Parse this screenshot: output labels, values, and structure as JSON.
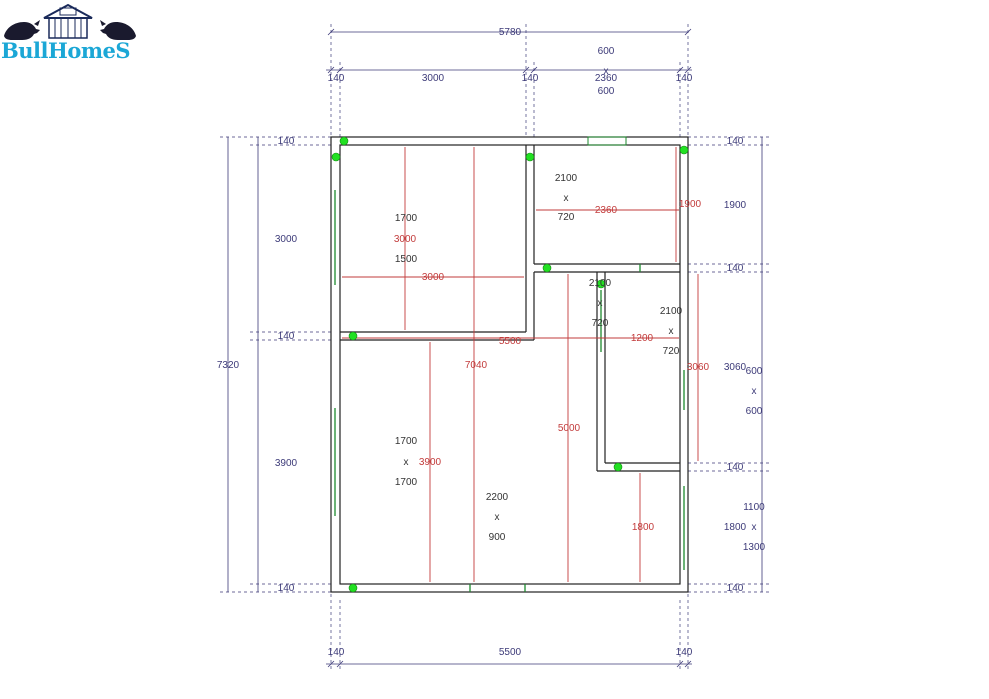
{
  "brand": {
    "name": "BullHomeS",
    "color": "#1ba7d6"
  },
  "colors": {
    "dimension": "#3c3a78",
    "inner_dimension": "#c23b3b",
    "wall": "#222222",
    "node": "#22e022",
    "window": "#1d8a2e"
  },
  "top_dims": {
    "overall": "5780",
    "segments": [
      "140",
      "3000",
      "140",
      "2360",
      "140"
    ],
    "window_top": [
      "600",
      "x",
      "600"
    ]
  },
  "bottom_dims": {
    "segments": [
      "140",
      "5500",
      "140"
    ]
  },
  "left_dims": {
    "overall": "7320",
    "segments": [
      "140",
      "3000",
      "140",
      "3900",
      "140"
    ]
  },
  "right_dims": {
    "segments": [
      "140",
      "1900",
      "140",
      "3060",
      "140",
      "1800",
      "140"
    ],
    "window_mid": [
      "600",
      "x",
      "600"
    ],
    "window_low": [
      "1100",
      "x",
      "1300"
    ]
  },
  "room_labels": [
    {
      "name": "window-left-upper",
      "lines": [
        "1700",
        "1500"
      ]
    },
    {
      "name": "window-left-lower",
      "lines": [
        "1700",
        "x",
        "1700"
      ]
    },
    {
      "name": "door-top-right",
      "lines": [
        "2100",
        "x",
        "720"
      ]
    },
    {
      "name": "door-center",
      "lines": [
        "2100",
        "x",
        "720"
      ]
    },
    {
      "name": "door-right-room",
      "lines": [
        "2100",
        "x",
        "720"
      ]
    },
    {
      "name": "door-entrance",
      "lines": [
        "2200",
        "x",
        "900"
      ]
    }
  ],
  "inner_dims": {
    "room1_height": "3000",
    "room1_width": "3000",
    "corridor_width": "5500",
    "full_height": "7040",
    "room2_width": "2360",
    "room2_height": "1900",
    "room3_width": "1200",
    "room3_height": "3060",
    "center_height": "5000",
    "hall_height": "3900",
    "low_height": "1800"
  }
}
